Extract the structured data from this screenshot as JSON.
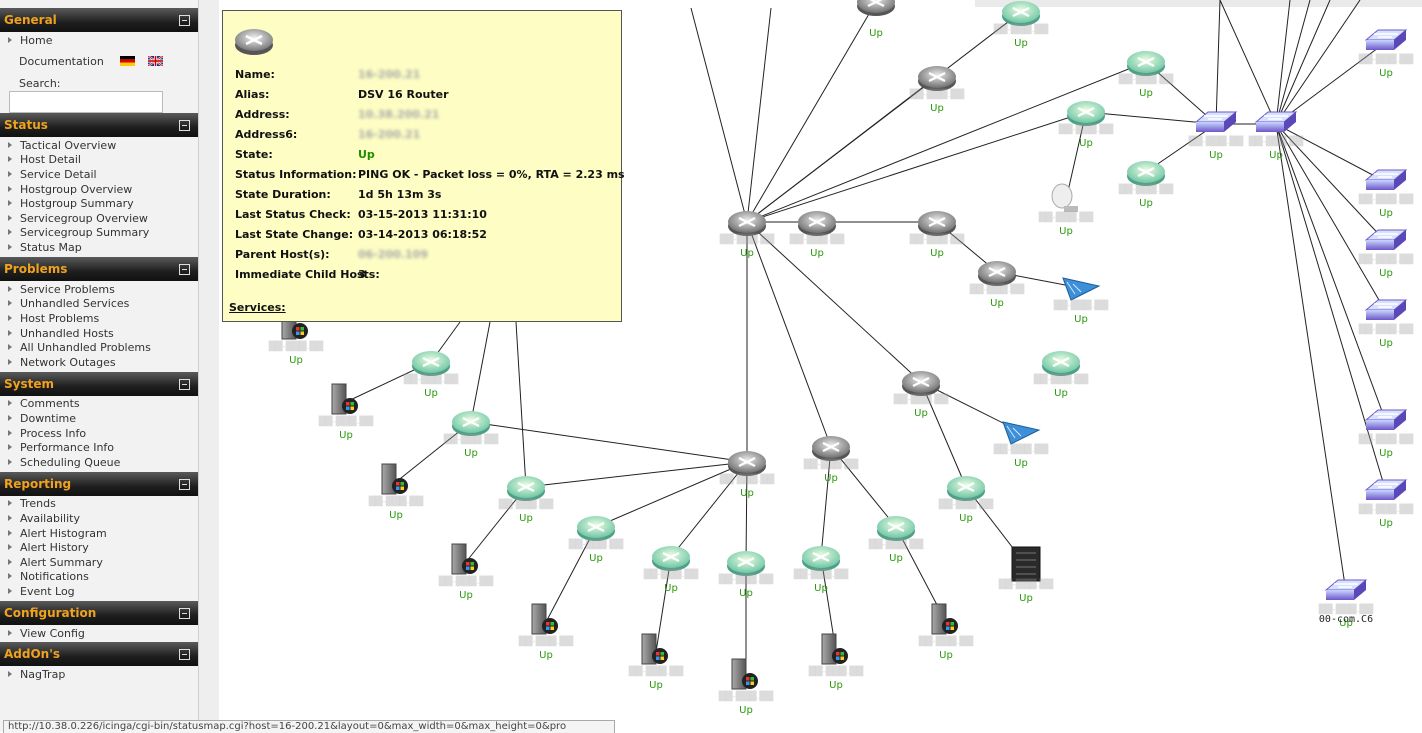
{
  "sidebar": {
    "sections": [
      {
        "id": "general",
        "title": "General",
        "items": [
          {
            "label": "Home"
          },
          {
            "label": "Documentation"
          }
        ],
        "search_label": "Search:"
      },
      {
        "id": "status",
        "title": "Status",
        "items": [
          {
            "label": "Tactical Overview"
          },
          {
            "label": "Host Detail"
          },
          {
            "label": "Service Detail"
          },
          {
            "label": "Hostgroup Overview"
          },
          {
            "label": "Hostgroup Summary"
          },
          {
            "label": "Servicegroup Overview"
          },
          {
            "label": "Servicegroup Summary"
          },
          {
            "label": "Status Map"
          }
        ]
      },
      {
        "id": "problems",
        "title": "Problems",
        "items": [
          {
            "label": "Service Problems"
          },
          {
            "label": "Unhandled Services"
          },
          {
            "label": "Host Problems"
          },
          {
            "label": "Unhandled Hosts"
          },
          {
            "label": "All Unhandled Problems"
          },
          {
            "label": "Network Outages"
          }
        ]
      },
      {
        "id": "system",
        "title": "System",
        "items": [
          {
            "label": "Comments"
          },
          {
            "label": "Downtime"
          },
          {
            "label": "Process Info"
          },
          {
            "label": "Performance Info"
          },
          {
            "label": "Scheduling Queue"
          }
        ]
      },
      {
        "id": "reporting",
        "title": "Reporting",
        "items": [
          {
            "label": "Trends"
          },
          {
            "label": "Availability"
          },
          {
            "label": "Alert Histogram"
          },
          {
            "label": "Alert History"
          },
          {
            "label": "Alert Summary"
          },
          {
            "label": "Notifications"
          },
          {
            "label": "Event Log"
          }
        ]
      },
      {
        "id": "configuration",
        "title": "Configuration",
        "items": [
          {
            "label": "View Config"
          }
        ]
      },
      {
        "id": "addons",
        "title": "AddOn's",
        "items": [
          {
            "label": "NagTrap"
          }
        ]
      }
    ]
  },
  "popup": {
    "rows": [
      {
        "label": "Name:",
        "value": "16-200.21",
        "blurred": true
      },
      {
        "label": "Alias:",
        "value": "DSV 16 Router",
        "blurred": false
      },
      {
        "label": "Address:",
        "value": "10.38.200.21",
        "blurred": true
      },
      {
        "label": "Address6:",
        "value": "16-200.21",
        "blurred": true
      },
      {
        "label": "State:",
        "value": "Up",
        "blurred": false,
        "green": true
      },
      {
        "label": "Status Information:",
        "value": "PING OK - Packet loss = 0%, RTA = 2.23 ms",
        "blurred": false
      },
      {
        "label": "State Duration:",
        "value": "1d 5h 13m 3s",
        "blurred": false
      },
      {
        "label": "Last Status Check:",
        "value": "03-15-2013 11:31:10",
        "blurred": false
      },
      {
        "label": "Last State Change:",
        "value": "03-14-2013 06:18:52",
        "blurred": false
      },
      {
        "label": "Parent Host(s):",
        "value": "06-200.109",
        "blurred": true
      },
      {
        "label": "Immediate Child Hosts:",
        "value": "3",
        "blurred": false
      }
    ],
    "services_label": "Services:"
  },
  "map": {
    "up_label": "Up",
    "visible_label": "00-com.C6",
    "status_url": "http://10.38.0.226/icinga/cgi-bin/statusmap.cgi?host=16-200.21&layout=0&max_width=0&max_height=0&pro"
  },
  "colors": {
    "up": "#2a9a0a",
    "section_title": "#f0a21e",
    "popup_bg": "#fdfdc4"
  }
}
